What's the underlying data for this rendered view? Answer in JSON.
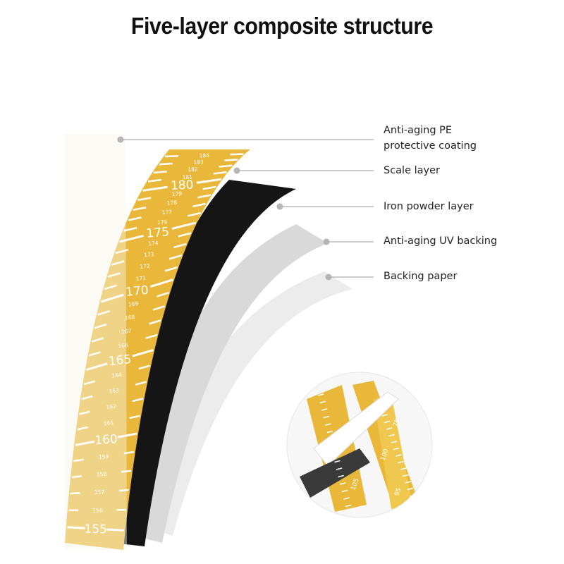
{
  "title": "Five-layer composite structure",
  "colors": {
    "scale": "#e9b83a",
    "scale_light": "#f2d67c",
    "iron": "#151515",
    "uv": "#d9d9d9",
    "paper": "#ececec",
    "pe": "#f6f3e6",
    "line": "#9a9a9a",
    "dot": "#b5b5b5"
  },
  "layers": [
    {
      "id": "pe",
      "label_lines": [
        "Anti-aging PE",
        "protective coating"
      ]
    },
    {
      "id": "scale",
      "label_lines": [
        "Scale layer"
      ]
    },
    {
      "id": "iron",
      "label_lines": [
        "Iron powder layer"
      ]
    },
    {
      "id": "uv",
      "label_lines": [
        "Anti-aging UV backing"
      ]
    },
    {
      "id": "paper",
      "label_lines": [
        "Backing paper"
      ]
    }
  ],
  "ruler": {
    "major_labels": [
      "180",
      "175",
      "170",
      "165",
      "160",
      "155"
    ],
    "minor_labels": [
      "184",
      "183",
      "182",
      "181",
      "179",
      "178",
      "177",
      "176",
      "174",
      "173",
      "172",
      "171",
      "169",
      "168",
      "167",
      "166",
      "164",
      "163",
      "162",
      "161",
      "159",
      "158",
      "157",
      "156"
    ]
  },
  "inset": {
    "labels": [
      "105",
      "100",
      "95",
      "75"
    ]
  }
}
